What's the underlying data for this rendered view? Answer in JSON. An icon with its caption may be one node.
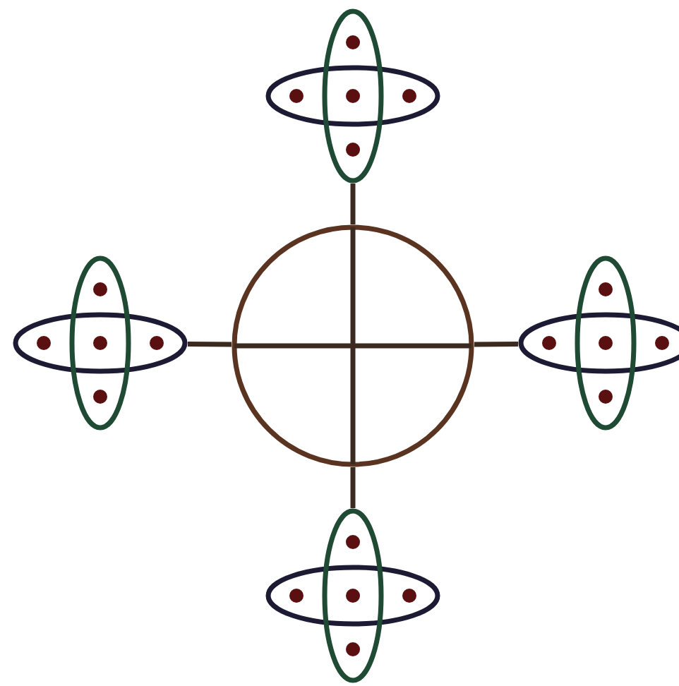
{
  "diagram": {
    "nodes": [
      {
        "text": [],
        "shape": "circle"
      },
      {
        "text": [],
        "shape": "ellipse"
      },
      {
        "text": [],
        "shape": "ellipse"
      },
      {
        "text": [],
        "shape": "ellipse"
      },
      {
        "text": [],
        "shape": "ellipse"
      }
    ],
    "edges": [
      {
        "from": 0,
        "to": 1,
        "arrow": "none"
      },
      {
        "from": 0,
        "to": 2,
        "arrow": "none"
      },
      {
        "from": 0,
        "to": 3,
        "arrow": "none"
      },
      {
        "from": 0,
        "to": 4,
        "arrow": "none"
      }
    ]
  }
}
